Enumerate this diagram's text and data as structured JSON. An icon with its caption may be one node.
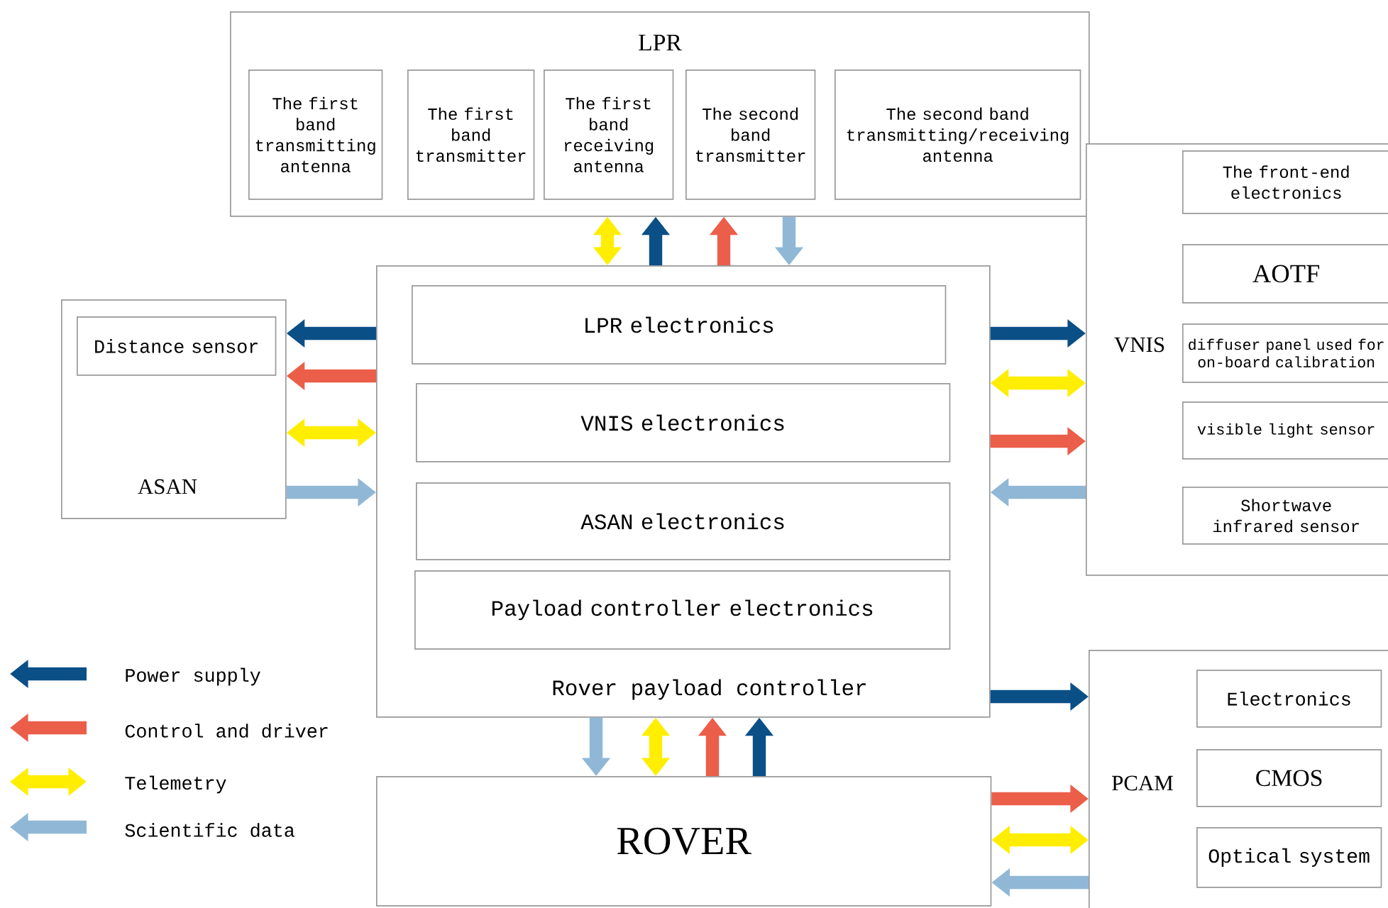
{
  "diagram": {
    "nodes": [
      {
        "text": [
          "LPR"
        ]
      },
      {
        "text": [
          "The first band transmitting antenna"
        ],
        "in": 0
      },
      {
        "text": [
          "The first band transmitter"
        ],
        "in": 0
      },
      {
        "text": [
          "The first band receiving antenna"
        ],
        "in": 0
      },
      {
        "text": [
          "The second band transmitter"
        ],
        "in": 0
      },
      {
        "text": [
          "The second band transmitting/receiving antenna"
        ],
        "in": 0
      },
      {
        "text": [
          "Rover payload controller"
        ]
      },
      {
        "text": [
          "LPR electronics"
        ],
        "in": 6
      },
      {
        "text": [
          "VNIS electronics"
        ],
        "in": 6
      },
      {
        "text": [
          "ASAN electronics"
        ],
        "in": 6
      },
      {
        "text": [
          "Payload controller electronics"
        ],
        "in": 6
      },
      {
        "text": [
          "ASAN"
        ]
      },
      {
        "text": [
          "Distance sensor"
        ],
        "in": 11
      },
      {
        "text": [
          "VNIS"
        ]
      },
      {
        "text": [
          "The front-end electronics"
        ],
        "in": 13
      },
      {
        "text": [
          "AOTF"
        ],
        "in": 13
      },
      {
        "text": [
          "diffuser panel used for on-board calibration"
        ],
        "in": 13
      },
      {
        "text": [
          "visible light sensor"
        ],
        "in": 13
      },
      {
        "text": [
          "Shortwave infrared sensor"
        ],
        "in": 13
      },
      {
        "text": [
          "PCAM"
        ]
      },
      {
        "text": [
          "Electronics"
        ],
        "in": 19
      },
      {
        "text": [
          "CMOS"
        ],
        "in": 19
      },
      {
        "text": [
          "Optical system"
        ],
        "in": 19
      },
      {
        "text": [
          "ROVER"
        ]
      }
    ],
    "edges": [
      {
        "from": 0,
        "to": 6,
        "arrow": "both",
        "color": "#ffee00"
      },
      {
        "from": 6,
        "to": 0,
        "arrow": "to",
        "color": "#0b4f87"
      },
      {
        "from": 6,
        "to": 0,
        "arrow": "to",
        "color": "#eb5e4a"
      },
      {
        "from": 0,
        "to": 6,
        "arrow": "to",
        "color": "#90b8d6"
      },
      {
        "from": 6,
        "to": 11,
        "arrow": "to",
        "color": "#0b4f87"
      },
      {
        "from": 6,
        "to": 11,
        "arrow": "to",
        "color": "#eb5e4a"
      },
      {
        "from": 11,
        "to": 6,
        "arrow": "both",
        "color": "#ffee00"
      },
      {
        "from": 11,
        "to": 6,
        "arrow": "to",
        "color": "#90b8d6"
      },
      {
        "from": 6,
        "to": 13,
        "arrow": "to",
        "color": "#0b4f87"
      },
      {
        "from": 6,
        "to": 13,
        "arrow": "both",
        "color": "#ffee00"
      },
      {
        "from": 6,
        "to": 13,
        "arrow": "to",
        "color": "#eb5e4a"
      },
      {
        "from": 13,
        "to": 6,
        "arrow": "to",
        "color": "#90b8d6"
      },
      {
        "from": 6,
        "to": 19,
        "arrow": "to",
        "color": "#0b4f87"
      },
      {
        "from": 23,
        "to": 19,
        "arrow": "to",
        "color": "#eb5e4a"
      },
      {
        "from": 23,
        "to": 19,
        "arrow": "both",
        "color": "#ffee00"
      },
      {
        "from": 19,
        "to": 23,
        "arrow": "to",
        "color": "#90b8d6"
      },
      {
        "from": 6,
        "to": 23,
        "arrow": "to",
        "color": "#90b8d6"
      },
      {
        "from": 6,
        "to": 23,
        "arrow": "both",
        "color": "#ffee00"
      },
      {
        "from": 23,
        "to": 6,
        "arrow": "to",
        "color": "#eb5e4a"
      },
      {
        "from": 23,
        "to": 6,
        "arrow": "to",
        "color": "#0b4f87"
      }
    ],
    "legend": [
      {
        "text": "Power supply",
        "color": "#0b4f87"
      },
      {
        "text": "Control and driver",
        "color": "#eb5e4a"
      },
      {
        "text": "Telemetry",
        "color": "#ffee00"
      },
      {
        "text": "Scientific data",
        "color": "#90b8d6"
      }
    ]
  }
}
